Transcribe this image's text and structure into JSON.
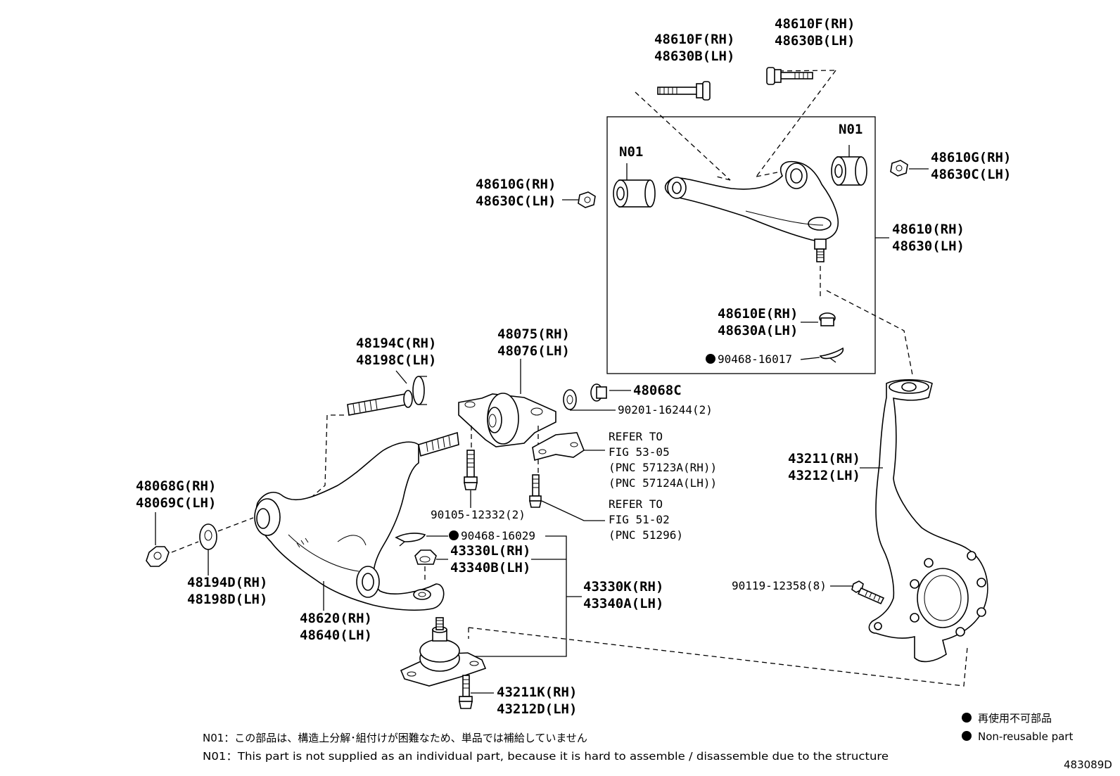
{
  "labels": {
    "ua_bolt_a_rh": "48610F(RH)",
    "ua_bolt_a_lh": "48630B(LH)",
    "ua_bolt_b_rh": "48610F(RH)",
    "ua_bolt_b_lh": "48630B(LH)",
    "n01_left": "N01",
    "n01_right": "N01",
    "nut_left_rh": "48610G(RH)",
    "nut_left_lh": "48630C(LH)",
    "nut_right_rh": "48610G(RH)",
    "nut_right_lh": "48630C(LH)",
    "upper_arm_rh": "48610(RH)",
    "upper_arm_lh": "48630(LH)",
    "ua_nut_rh": "48610E(RH)",
    "ua_nut_lh": "48630A(LH)",
    "ua_pin": "90468-16017",
    "cam_bolt_rh": "48194C(RH)",
    "cam_bolt_lh": "48198C(LH)",
    "bushing_rh": "48075(RH)",
    "bushing_lh": "48076(LH)",
    "stopper": "48068C",
    "washer_2": "90201-16244(2)",
    "refer1_l1": "REFER TO",
    "refer1_l2": "FIG 53-05",
    "refer1_l3": "(PNC 57123A(RH))",
    "refer1_l4": "(PNC 57124A(LH))",
    "refer2_l1": "REFER TO",
    "refer2_l2": "FIG 51-02",
    "refer2_l3": "(PNC 51296)",
    "bolt_2": "90105-12332(2)",
    "cam_nut_rh": "48068G(RH)",
    "cam_nut_lh": "48069C(LH)",
    "cam_plate_rh": "48194D(RH)",
    "cam_plate_lh": "48198D(LH)",
    "la_pin": "90468-16029",
    "la_nut_rh": "43330L(RH)",
    "la_nut_lh": "43340B(LH)",
    "ball_joint_rh": "43330K(RH)",
    "ball_joint_lh": "43340A(LH)",
    "lower_arm_rh": "48620(RH)",
    "lower_arm_lh": "48640(LH)",
    "bj_bolt_rh": "43211K(RH)",
    "bj_bolt_lh": "43212D(LH)",
    "knuckle_rh": "43211(RH)",
    "knuckle_lh": "43212(LH)",
    "hub_bolt": "90119-12358(8)"
  },
  "notes": {
    "jp": "N01：この部品は、構造上分解･組付けが困難なため、単品では補給していません",
    "en": "N01：This part is not supplied as an individual part, because it is hard to assemble / disassemble due to the structure"
  },
  "legend": {
    "jp": "再使用不可部品",
    "en": "Non-reusable part"
  },
  "figure_id": "483089D"
}
